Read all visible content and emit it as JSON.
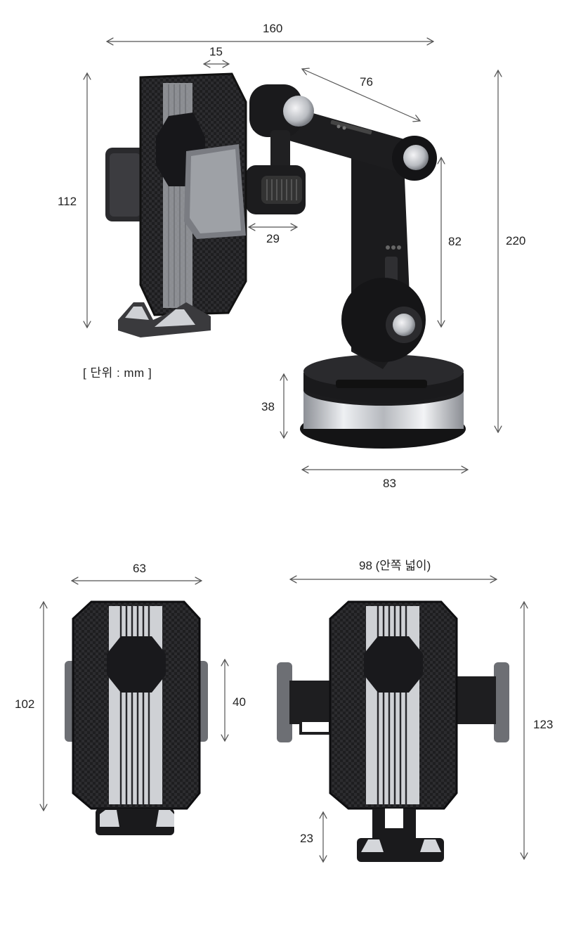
{
  "unit_note": "[ 단위 : mm ]",
  "top_view": {
    "total_width": "160",
    "knob_width": "15",
    "arm_length": "76",
    "holder_height": "112",
    "neck_length": "29",
    "riser_height": "82",
    "total_height": "220",
    "base_height": "38",
    "base_diameter": "83"
  },
  "front_closed": {
    "width": "63",
    "height": "102",
    "grip_height": "40"
  },
  "front_open": {
    "inner_width": "98 (안쪽 넓이)",
    "height": "123",
    "foot_height": "23"
  },
  "colors": {
    "body": "#1b1b1d",
    "stripe": "#c9c9cd",
    "silver": "#d7d9dd",
    "arrow": "#555555"
  }
}
